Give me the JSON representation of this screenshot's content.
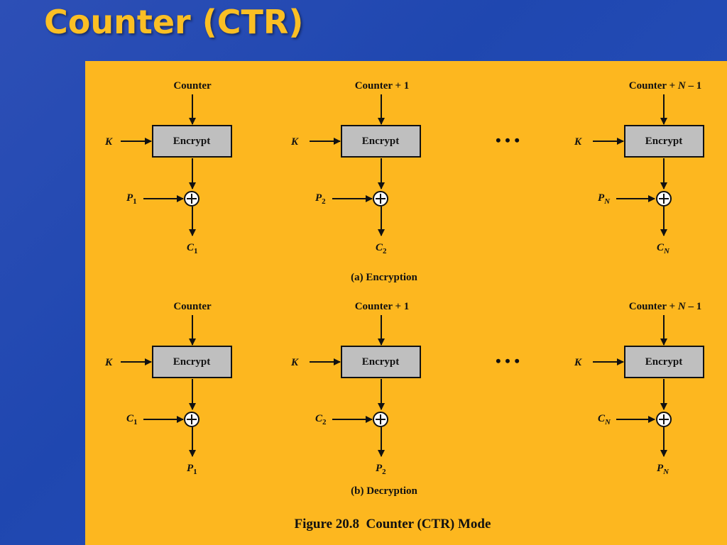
{
  "slide": {
    "title": "Counter (CTR)"
  },
  "figure": {
    "caption": "Figure 20.8  Counter (CTR) Mode",
    "ellipsis": "•   •   •",
    "encryption": {
      "label": "(a) Encryption",
      "stages": [
        {
          "counter": "Counter",
          "key": "K",
          "block": "Encrypt",
          "input_main": "P",
          "input_sub": "1",
          "output_main": "C",
          "output_sub": "1"
        },
        {
          "counter": "Counter + 1",
          "key": "K",
          "block": "Encrypt",
          "input_main": "P",
          "input_sub": "2",
          "output_main": "C",
          "output_sub": "2"
        },
        {
          "counter_prefix": "Counter + ",
          "counter_var": "N",
          "counter_suffix": " – 1",
          "key": "K",
          "block": "Encrypt",
          "input_main": "P",
          "input_sub": "N",
          "output_main": "C",
          "output_sub": "N"
        }
      ]
    },
    "decryption": {
      "label": "(b) Decryption",
      "stages": [
        {
          "counter": "Counter",
          "key": "K",
          "block": "Encrypt",
          "input_main": "C",
          "input_sub": "1",
          "output_main": "P",
          "output_sub": "1"
        },
        {
          "counter": "Counter + 1",
          "key": "K",
          "block": "Encrypt",
          "input_main": "C",
          "input_sub": "2",
          "output_main": "P",
          "output_sub": "2"
        },
        {
          "counter_prefix": "Counter + ",
          "counter_var": "N",
          "counter_suffix": " – 1",
          "key": "K",
          "block": "Encrypt",
          "input_main": "C",
          "input_sub": "N",
          "output_main": "P",
          "output_sub": "N"
        }
      ]
    }
  },
  "colors": {
    "slide_background": "#2348b4",
    "title": "#fbbf24",
    "panel": "#fdb71f",
    "encrypt_box": "#bfbfbf",
    "line": "#111111"
  }
}
